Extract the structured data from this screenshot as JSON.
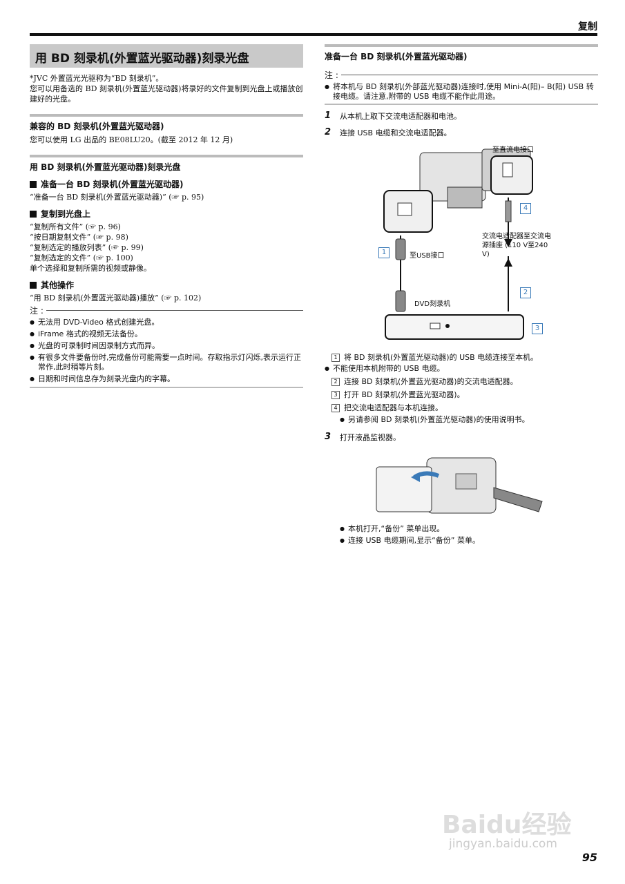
{
  "header": {
    "title": "复制"
  },
  "left": {
    "title": "用 BD 刻录机(外置蓝光驱动器)刻录光盘",
    "intro1": "*JVC 外置蓝光光驱称为“BD 刻录机”。",
    "intro2": "您可以用备选的 BD 刻录机(外置蓝光驱动器)将录好的文件复制到光盘上或播放创建好的光盘。",
    "compat_title": "兼容的 BD 刻录机(外置蓝光驱动器)",
    "compat_text": "您可以使用 LG 出品的 BE08LU20。(截至 2012 年 12 月)",
    "burn_title": "用 BD 刻录机(外置蓝光驱动器)刻录光盘",
    "prep_title": "准备一台 BD 刻录机(外置蓝光驱动器)",
    "prep_ref": "“准备一台 BD 刻录机(外置蓝光驱动器)” (☞ p. 95)",
    "copy_title": "复制到光盘上",
    "copy_refs": [
      "“复制所有文件” (☞ p. 96)",
      "“按日期复制文件” (☞ p. 98)",
      "“复制选定的播放列表” (☞ p. 99)",
      "“复制选定的文件” (☞ p. 100)"
    ],
    "copy_text": "单个选择和复制所需的视频或静像。",
    "other_title": "其他操作",
    "other_ref": "“用 BD 刻录机(外置蓝光驱动器)播放” (☞ p. 102)",
    "note_label": "注 :",
    "notes": [
      "无法用 DVD-Video 格式创建光盘。",
      "iFrame 格式的视频无法备份。",
      "光盘的可录制时间因录制方式而异。",
      "有很多文件要备份时,完成备份可能需要一点时间。存取指示灯闪烁,表示运行正常作,此时稍等片刻。",
      "日期和时间信息存为刻录光盘内的字幕。"
    ]
  },
  "right": {
    "title": "准备一台 BD 刻录机(外置蓝光驱动器)",
    "note_label": "注 :",
    "note": "将本机与 BD 刻录机(外部蓝光驱动器)连接时,使用 Mini-A(阳)– B(阳) USB 转接电缆。请注意,附带的 USB 电缆不能作此用途。",
    "steps": [
      {
        "n": "1",
        "text": "从本机上取下交流电适配器和电池。"
      },
      {
        "n": "2",
        "text": "连接 USB 电缆和交流电适配器。"
      },
      {
        "n": "3",
        "text": "打开液晶监视器。"
      }
    ],
    "diagram": {
      "dc_port": "至直流电接口",
      "usb_port": "至USB接口",
      "ac_text": "交流电适配器至交流电源插座 (110 V至240 V)",
      "dvd": "DVD刻录机",
      "labels": [
        "1",
        "2",
        "3",
        "4"
      ]
    },
    "sub_items": [
      {
        "n": "1",
        "text": "将 BD 刻录机(外置蓝光驱动器)的 USB 电缆连接至本机。"
      },
      {
        "bullet": true,
        "text": "不能使用本机附带的 USB 电缆。"
      },
      {
        "n": "2",
        "text": "连接 BD 刻录机(外置蓝光驱动器)的交流电适配器。"
      },
      {
        "n": "3",
        "text": "打开 BD 刻录机(外置蓝光驱动器)。"
      },
      {
        "n": "4",
        "text": "把交流电适配器与本机连接。"
      }
    ],
    "sub_bullet": "另请参阅 BD 刻录机(外置蓝光驱动器)的使用说明书。",
    "final_bullets": [
      "本机打开,“备份” 菜单出现。",
      "连接 USB 电缆期间,显示“备份” 菜单。"
    ]
  },
  "footer": {
    "page": "95",
    "watermark": "Baidu经验",
    "watermark_url": "jingyan.baidu.com"
  }
}
